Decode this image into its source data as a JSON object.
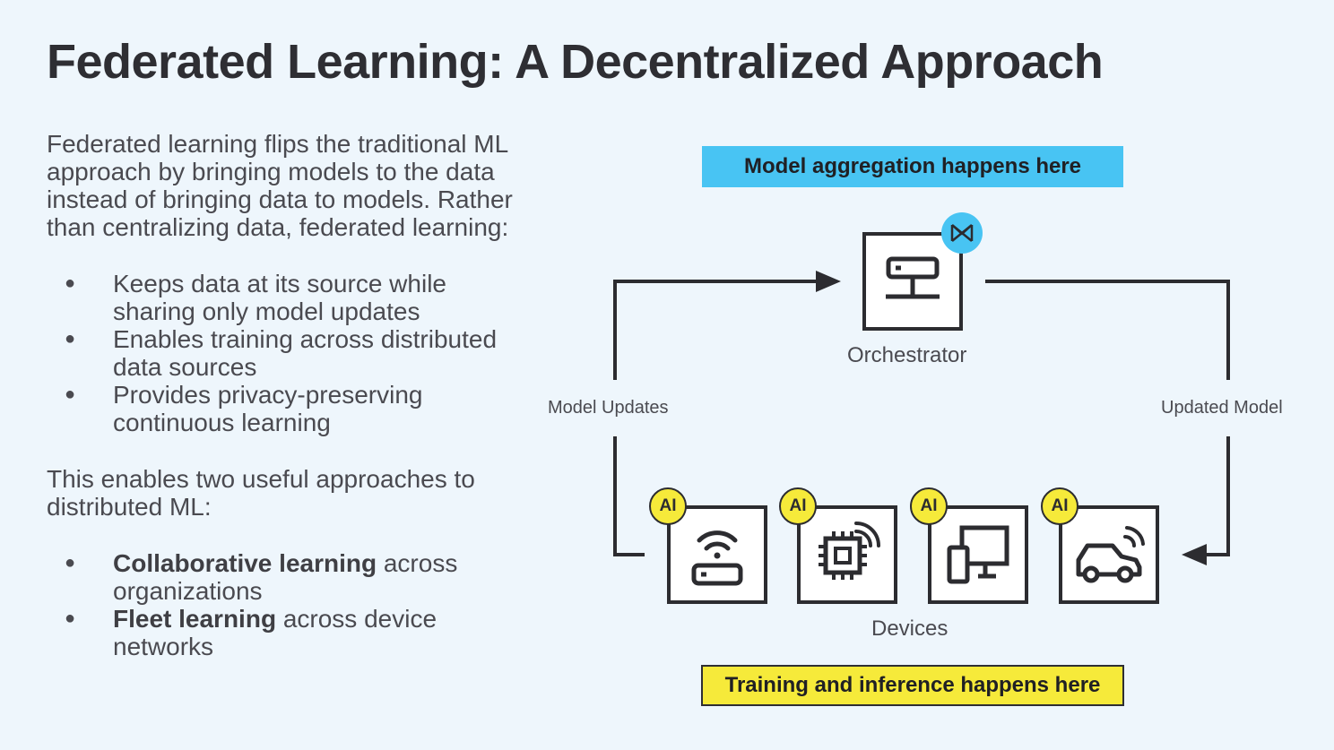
{
  "title": "Federated Learning: A Decentralized Approach",
  "intro": "Federated learning flips the traditional ML approach by bringing models to the data instead of bringing data to models. Rather than centralizing data, federated learning:",
  "benefits": [
    "Keeps data at its source while sharing only model updates",
    "Enables training across distributed data sources",
    "Provides privacy-preserving continuous learning"
  ],
  "bullet_glyph": "●",
  "approaches_intro": "This enables two useful approaches to distributed ML:",
  "approaches": [
    {
      "bold": "Collaborative learning",
      "rest": " across organizations"
    },
    {
      "bold": "Fleet learning",
      "rest": " across device networks"
    }
  ],
  "diagram": {
    "top_banner": "Model aggregation happens here",
    "bottom_banner": "Training and inference happens here",
    "orchestrator_label": "Orchestrator",
    "devices_label": "Devices",
    "left_arrow_label": "Model Updates",
    "right_arrow_label": "Updated Model",
    "ai_badge": "AI",
    "orchestrator_icon": "server-icon",
    "orchestrator_badge_icon": "brand-logo-icon",
    "device_icons": [
      "wifi-router-icon",
      "chip-icon",
      "monitor-phone-icon",
      "connected-car-icon"
    ],
    "colors": {
      "blue": "#48c4f3",
      "yellow": "#f6ea3a",
      "ink": "#2c2c30",
      "background": "#eef6fc"
    }
  }
}
